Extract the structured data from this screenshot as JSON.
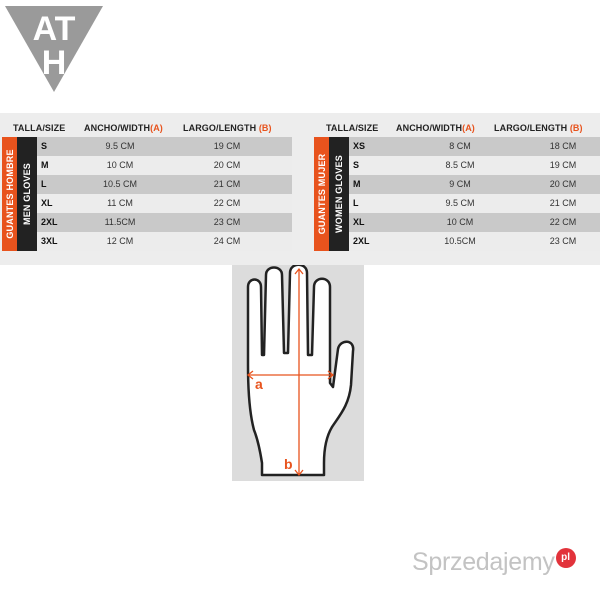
{
  "logo": {
    "line1": "AT",
    "line2": "H"
  },
  "headers": {
    "size": "TALLA/SIZE",
    "width": "ANCHO/WIDTH",
    "width_mark": "(A)",
    "length": "LARGO/LENGTH",
    "length_mark": "(B)"
  },
  "men": {
    "label_es": "GUANTES HOMBRE",
    "label_en": "MEN GLOVES",
    "rows": [
      {
        "size": "S",
        "width": "9.5 CM",
        "length": "19 CM"
      },
      {
        "size": "M",
        "width": "10 CM",
        "length": "20 CM"
      },
      {
        "size": "L",
        "width": "10.5 CM",
        "length": "21 CM"
      },
      {
        "size": "XL",
        "width": "11 CM",
        "length": "22 CM"
      },
      {
        "size": "2XL",
        "width": "11.5CM",
        "length": "23 CM"
      },
      {
        "size": "3XL",
        "width": "12 CM",
        "length": "24 CM"
      }
    ]
  },
  "women": {
    "label_es": "GUANTES MUJER",
    "label_en": "WOMEN GLOVES",
    "rows": [
      {
        "size": "XS",
        "width": "8 CM",
        "length": "18 CM"
      },
      {
        "size": "S",
        "width": "8.5 CM",
        "length": "19 CM"
      },
      {
        "size": "M",
        "width": "9 CM",
        "length": "20 CM"
      },
      {
        "size": "L",
        "width": "9.5 CM",
        "length": "21 CM"
      },
      {
        "size": "XL",
        "width": "10 CM",
        "length": "22 CM"
      },
      {
        "size": "2XL",
        "width": "10.5CM",
        "length": "23 CM"
      }
    ]
  },
  "diagram": {
    "label_a": "a",
    "label_b": "b"
  },
  "watermark": {
    "text": "Sprzedajemy",
    "suffix": "pl"
  },
  "colors": {
    "accent": "#e8531d",
    "dark": "#222222",
    "row_shade": "#c9c9c9",
    "row_light": "#ececec",
    "band": "#ededed",
    "hand_panel": "#dcdcdc"
  }
}
